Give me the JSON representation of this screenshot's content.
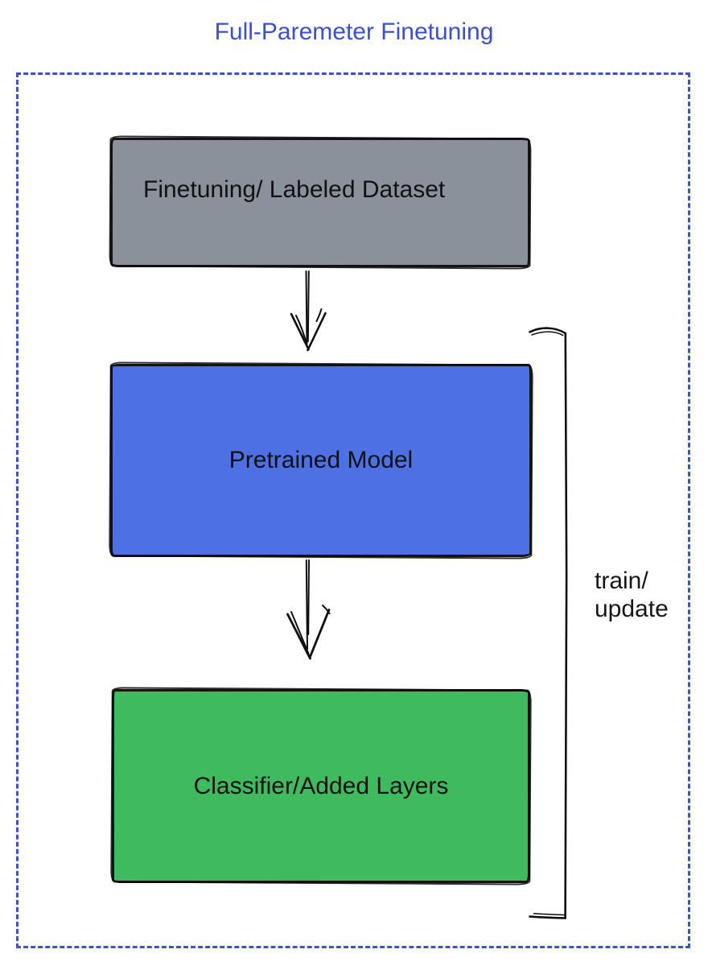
{
  "title": "Full-Paremeter Finetuning",
  "diagram": {
    "boxes": [
      {
        "name": "finetuning-dataset",
        "label": "Finetuning/ Labeled Dataset",
        "fill": "#8a919b"
      },
      {
        "name": "pretrained-model",
        "label": "Pretrained Model",
        "fill": "#4d70e5"
      },
      {
        "name": "classifier-added-layers",
        "label": "Classifier/Added Layers",
        "fill": "#3fba5e"
      }
    ],
    "arrows": [
      {
        "name": "dataset-to-pretrained",
        "type": "arrow-down"
      },
      {
        "name": "pretrained-to-classifier",
        "type": "arrow-down"
      }
    ],
    "bracket_label": {
      "line1": "train/",
      "line2": "update"
    },
    "colors": {
      "title_text": "#3b4fd6",
      "dashed_frame": "#3d51cf",
      "sketch_stroke": "#141414"
    }
  }
}
